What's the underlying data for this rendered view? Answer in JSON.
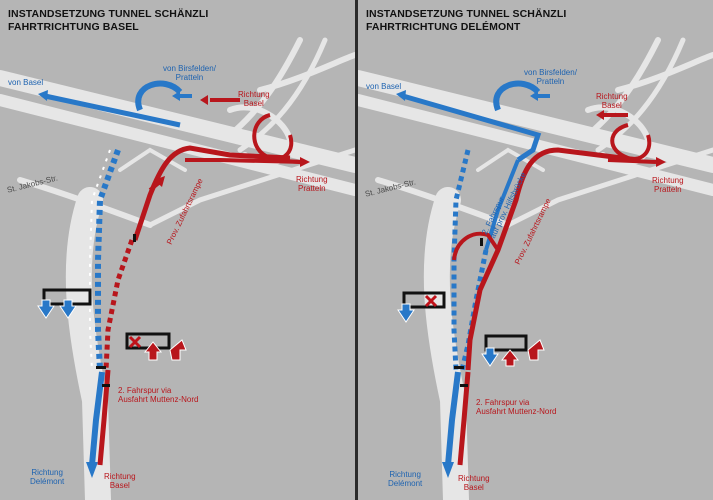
{
  "left": {
    "title_line1": "INSTANDSETZUNG TUNNEL SCHÄNZLI",
    "title_line2": "FAHRTRICHTUNG BASEL",
    "von_basel": "von Basel",
    "von_birsfelden": "von Birsfelden/\nPratteln",
    "richtung_basel_top": "Richtung\nBasel",
    "richtung_pratteln": "Richtung\nPratteln",
    "street": "St. Jakobs-Str.",
    "zufahrtsrampe": "Prov. Zufahrtsrampe",
    "fahrspur_note": "2. Fahrspur via\nAusfahrt Muttenz-Nord",
    "richtung_delemont": "Richtung\nDelémont",
    "richtung_basel_bottom": "Richtung\nBasel"
  },
  "right": {
    "title_line1": "INSTANDSETZUNG TUNNEL SCHÄNZLI",
    "title_line2": "FAHRTRICHTUNG DELÉMONT",
    "von_basel": "von Basel",
    "von_birsfelden": "von Birsfelden/\nPratteln",
    "richtung_basel_top": "Richtung\nBasel",
    "richtung_pratteln": "Richtung\nPratteln",
    "street": "St. Jakobs-Str.",
    "zufahrtsrampe": "Prov. Zufahrtsrampe",
    "hilfsbruecke": "2. Fahrspur\nauf prov. Hilfsbrücke",
    "fahrspur_note": "2. Fahrspur via\nAusfahrt Muttenz-Nord",
    "richtung_delemont": "Richtung\nDelémont",
    "richtung_basel_bottom": "Richtung\nBasel"
  },
  "colors": {
    "background": "#b5b5b5",
    "road": "#e4e4e4",
    "blue_route": "#2878c8",
    "red_route": "#b8161c",
    "divider": "#2b2b2b"
  },
  "icons": [
    "lane-sign-icon",
    "closed-x-icon",
    "arrow-down-icon",
    "arrow-up-icon",
    "arrow-up-right-icon"
  ]
}
